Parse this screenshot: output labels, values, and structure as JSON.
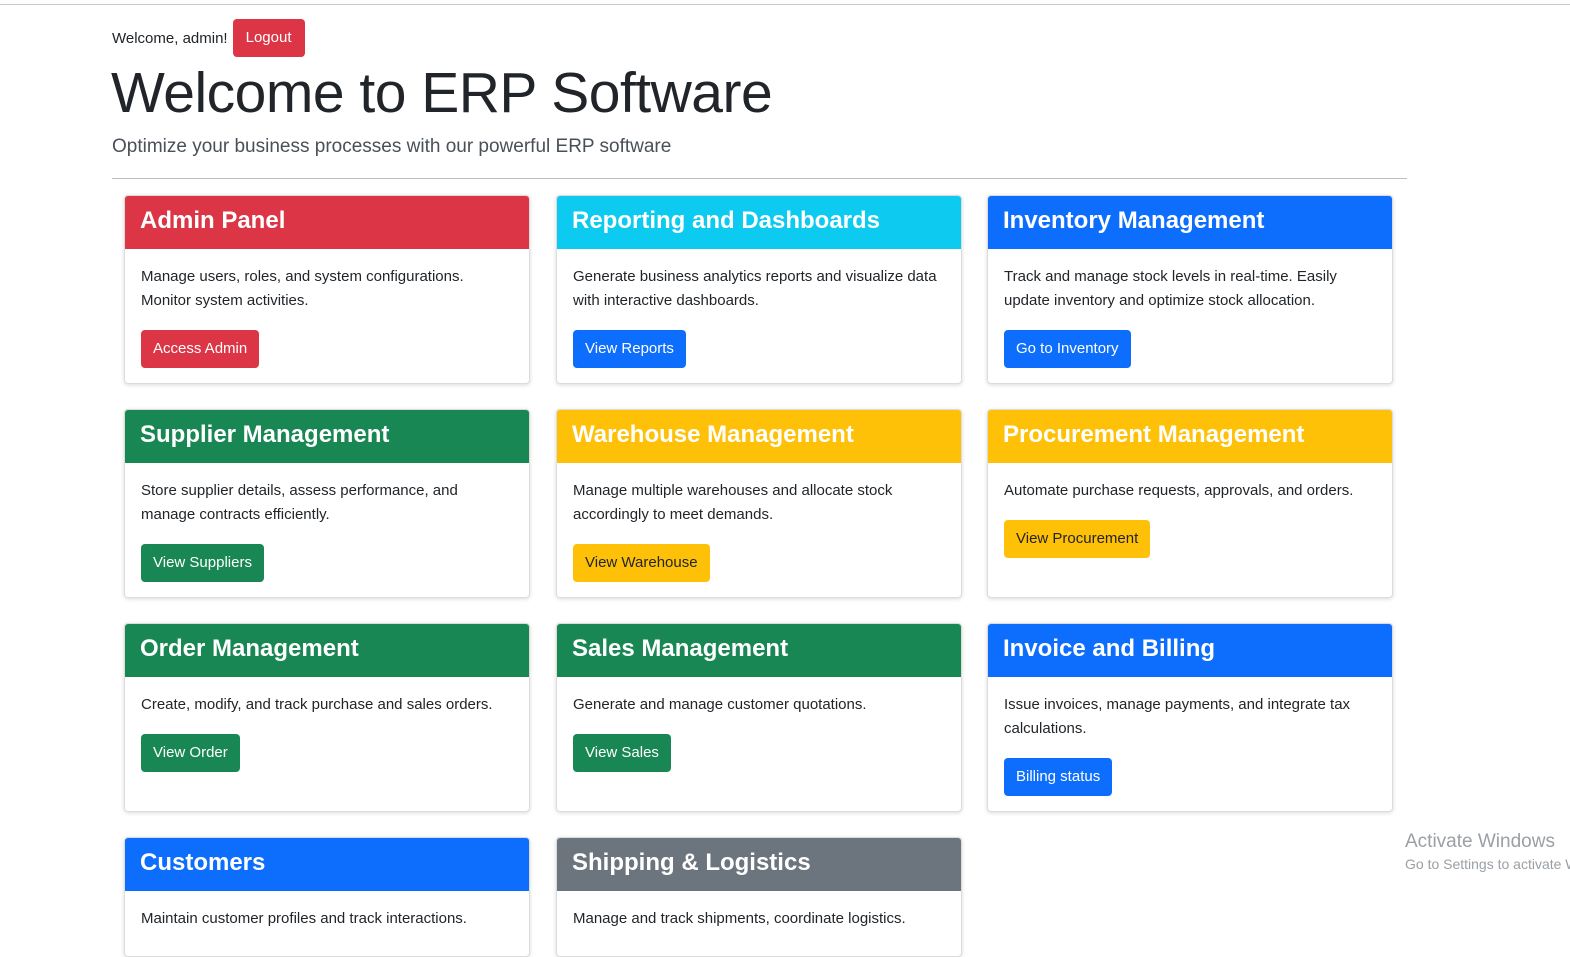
{
  "header": {
    "welcome_text": "Welcome, admin!",
    "logout_label": "Logout"
  },
  "hero": {
    "title": "Welcome to ERP Software",
    "lead": "Optimize your business processes with our powerful ERP software"
  },
  "cards": [
    {
      "title": "Admin Panel",
      "text": "Manage users, roles, and system configurations. Monitor system activities.",
      "button": "Access Admin",
      "color": "#dc3545"
    },
    {
      "title": "Reporting and Dashboards",
      "text": "Generate business analytics reports and visualize data with interactive dashboards.",
      "button": "View Reports",
      "color": "#0dcaf0"
    },
    {
      "title": "Inventory Management",
      "text": "Track and manage stock levels in real-time. Easily update inventory and optimize stock allocation.",
      "button": "Go to Inventory",
      "color": "#0d6efd"
    },
    {
      "title": "Supplier Management",
      "text": "Store supplier details, assess performance, and manage contracts efficiently.",
      "button": "View Suppliers",
      "color": "#198754"
    },
    {
      "title": "Warehouse Management",
      "text": "Manage multiple warehouses and allocate stock accordingly to meet demands.",
      "button": "View Warehouse",
      "color": "#ffc107"
    },
    {
      "title": "Procurement Management",
      "text": "Automate purchase requests, approvals, and orders.",
      "button": "View Procurement",
      "color": "#ffc107"
    },
    {
      "title": "Order Management",
      "text": "Create, modify, and track purchase and sales orders.",
      "button": "View Order",
      "color": "#198754"
    },
    {
      "title": "Sales Management",
      "text": "Generate and manage customer quotations.",
      "button": "View Sales",
      "color": "#198754"
    },
    {
      "title": "Invoice and Billing",
      "text": "Issue invoices, manage payments, and integrate tax calculations.",
      "button": "Billing status",
      "color": "#0d6efd"
    },
    {
      "title": "Customers",
      "text": "Maintain customer profiles and track interactions.",
      "button": "",
      "color": "#0d6efd"
    },
    {
      "title": "Shipping & Logistics",
      "text": "Manage and track shipments, coordinate logistics.",
      "button": "",
      "color": "#6c757d"
    }
  ],
  "watermark": {
    "title": "Activate Windows",
    "subtitle": "Go to Settings to activate Windows."
  }
}
